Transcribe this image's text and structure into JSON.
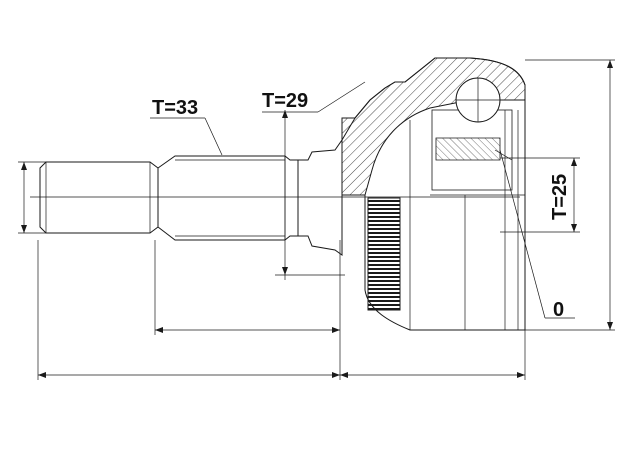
{
  "labels": {
    "stub_teeth": "T=33",
    "spline_teeth": "T=29",
    "abs_ring_teeth": "T=25",
    "abs_ring_value": "0"
  },
  "colors": {
    "line": "#1a1a1a",
    "background": "#ffffff"
  }
}
